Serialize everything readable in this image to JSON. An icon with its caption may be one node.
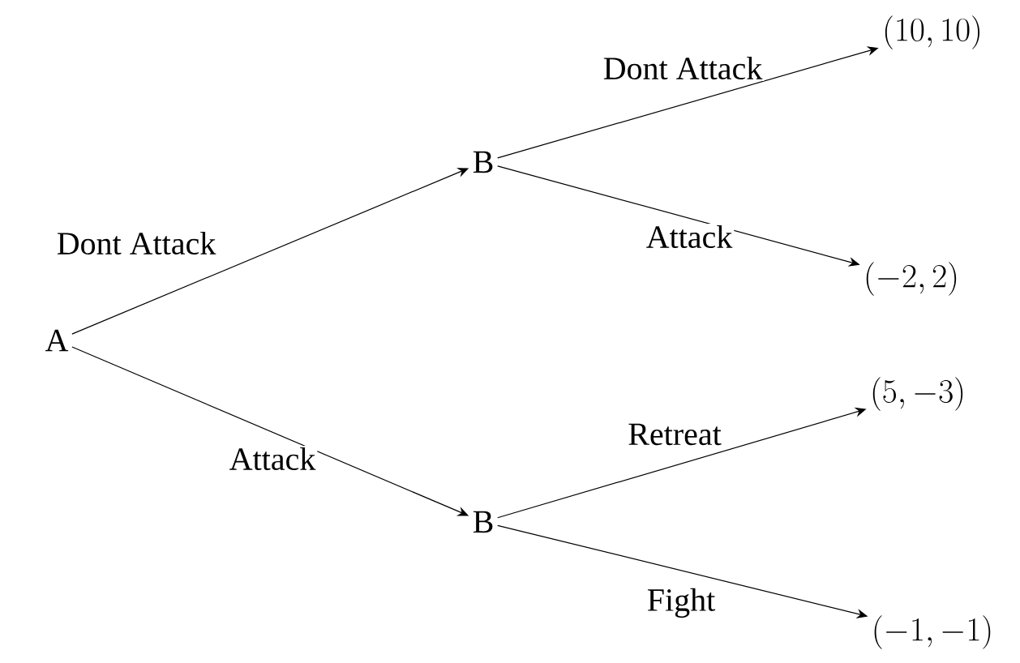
{
  "diagram": {
    "nodes": [
      {
        "text": [
          "A"
        ]
      },
      {
        "text": [
          "B"
        ]
      },
      {
        "text": [
          "B"
        ]
      },
      {
        "text": [
          "(10, 10)"
        ]
      },
      {
        "text": [
          "(-2, 2)"
        ]
      },
      {
        "text": [
          "(5, -3)"
        ]
      },
      {
        "text": [
          "(-1, -1)"
        ]
      }
    ],
    "edges": [
      {
        "from": 0,
        "to": 1,
        "arrow": "to",
        "label": "Dont Attack"
      },
      {
        "from": 0,
        "to": 2,
        "arrow": "to",
        "label": "Attack"
      },
      {
        "from": 1,
        "to": 3,
        "arrow": "to",
        "label": "Dont Attack"
      },
      {
        "from": 1,
        "to": 4,
        "arrow": "to",
        "label": "Attack"
      },
      {
        "from": 2,
        "to": 5,
        "arrow": "to",
        "label": "Retreat"
      },
      {
        "from": 2,
        "to": 6,
        "arrow": "to",
        "label": "Fight"
      }
    ]
  }
}
